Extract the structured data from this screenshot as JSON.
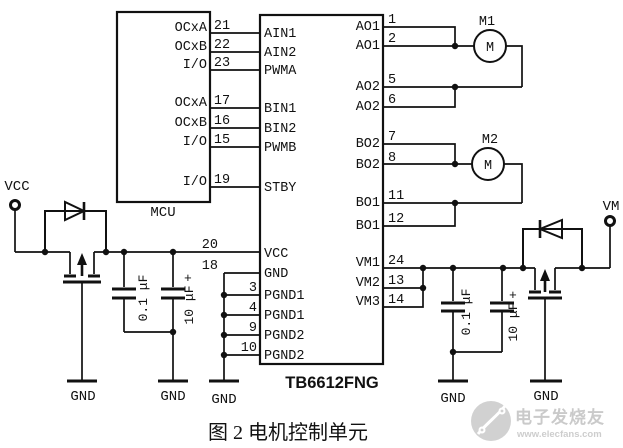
{
  "caption": "图 2  电机控制单元",
  "mcu": {
    "label": "MCU",
    "ports": [
      "OCxA",
      "OCxB",
      "I/O",
      "OCxA",
      "OCxB",
      "I/O",
      "I/O"
    ]
  },
  "chip": {
    "label": "TB6612FNG",
    "left_pins": [
      {
        "num": "21",
        "label": "AIN1"
      },
      {
        "num": "22",
        "label": "AIN2"
      },
      {
        "num": "23",
        "label": "PWMA"
      },
      {
        "num": "17",
        "label": "BIN1"
      },
      {
        "num": "16",
        "label": "BIN2"
      },
      {
        "num": "15",
        "label": "PWMB"
      },
      {
        "num": "19",
        "label": "STBY"
      },
      {
        "num": "20",
        "label": "VCC"
      },
      {
        "num": "18",
        "label": "GND"
      },
      {
        "num": "3",
        "label": "PGND1"
      },
      {
        "num": "4",
        "label": "PGND1"
      },
      {
        "num": "9",
        "label": "PGND2"
      },
      {
        "num": "10",
        "label": "PGND2"
      }
    ],
    "right_pins": [
      {
        "num": "1",
        "label": "AO1"
      },
      {
        "num": "2",
        "label": "AO1"
      },
      {
        "num": "5",
        "label": "AO2"
      },
      {
        "num": "6",
        "label": "AO2"
      },
      {
        "num": "7",
        "label": "BO2"
      },
      {
        "num": "8",
        "label": "BO2"
      },
      {
        "num": "11",
        "label": "BO1"
      },
      {
        "num": "12",
        "label": "BO1"
      },
      {
        "num": "24",
        "label": "VM1"
      },
      {
        "num": "13",
        "label": "VM2"
      },
      {
        "num": "14",
        "label": "VM3"
      }
    ]
  },
  "motors": {
    "m1": "M1",
    "m2": "M2",
    "symbol": "M"
  },
  "power": {
    "vcc": "VCC",
    "vm": "VM",
    "gnd": "GND"
  },
  "capacitors": {
    "small": "0.1 μF",
    "large": "10 μF",
    "polarity": "+"
  },
  "watermark": {
    "brand": "电子发烧友",
    "site": "www.elecfans.com"
  },
  "colors": {
    "ink": "#111111",
    "watermark": "#c7c7c7",
    "background": "#ffffff"
  }
}
